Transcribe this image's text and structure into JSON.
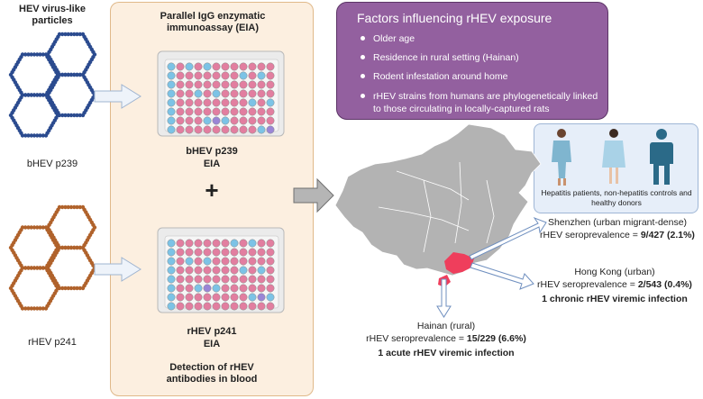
{
  "vlp": {
    "title": "HEV virus-like particles",
    "bhev_label": "bHEV p239",
    "rhev_label": "rHEV p241",
    "colors": {
      "bhev": "#2b4b8f",
      "rhev": "#b0622b"
    }
  },
  "eia": {
    "title": "Parallel IgG enzymatic immunoassay (EIA)",
    "plate1_label": "bHEV p239",
    "plate1_sub": "EIA",
    "plus": "+",
    "plate2_label": "rHEV p241",
    "plate2_sub": "EIA",
    "detection": "Detection of rHEV antibodies in blood",
    "colors": {
      "panel": "#fcefe0",
      "well_pink": "#e27ea0",
      "well_blue": "#7cc3e6",
      "well_purple": "#9a86d6"
    }
  },
  "factors": {
    "title": "Factors influencing rHEV exposure",
    "items": [
      "Older age",
      "Residence in rural setting (Hainan)",
      "Rodent infestation around home",
      "rHEV strains from humans are phylogenetically linked to those circulating in locally-captured rats"
    ],
    "color": "#93609f"
  },
  "patients": {
    "caption": "Hepatitis patients, non-hepatitis controls and healthy donors"
  },
  "sites": {
    "shenzhen": {
      "name": "Shenzhen (urban migrant-dense)",
      "prefix": "rHEV seroprevalence = ",
      "value": "9/427 (2.1%)"
    },
    "hongkong": {
      "name": "Hong Kong (urban)",
      "prefix": "rHEV seroprevalence = ",
      "value": "2/543 (0.4%)",
      "note": "1 chronic rHEV viremic infection"
    },
    "hainan": {
      "name": "Hainan (rural)",
      "prefix": "rHEV seroprevalence = ",
      "value": "15/229 (6.6%)",
      "note": "1 acute rHEV viremic infection"
    }
  },
  "map_colors": {
    "land": "#b3b3b3",
    "highlight": "#ef3e5c"
  }
}
